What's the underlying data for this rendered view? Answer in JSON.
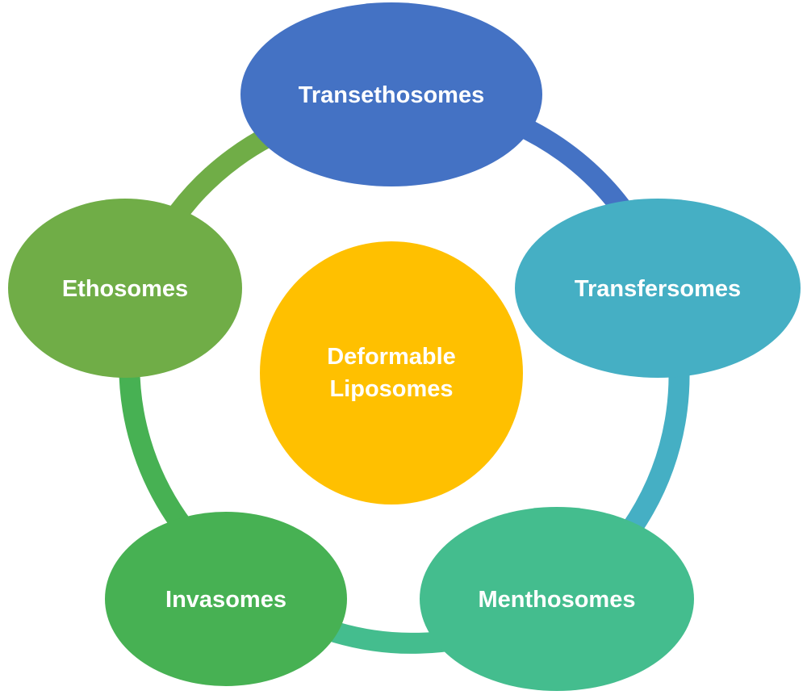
{
  "center": {
    "line1": "Deformable",
    "line2": "Liposomes",
    "color": "#FFC000"
  },
  "nodes": [
    {
      "label": "Transethosomes",
      "color": "#4472C4"
    },
    {
      "label": "Transfersomes",
      "color": "#45AFC4"
    },
    {
      "label": "Menthosomes",
      "color": "#44BD8E"
    },
    {
      "label": "Invasomes",
      "color": "#47B153"
    },
    {
      "label": "Ethosomes",
      "color": "#70AD47"
    }
  ],
  "ring_segments": [
    {
      "from": "Transethosomes",
      "to": "Transfersomes",
      "color": "#4472C4"
    },
    {
      "from": "Transfersomes",
      "to": "Menthosomes",
      "color": "#45AFC4"
    },
    {
      "from": "Menthosomes",
      "to": "Invasomes",
      "color": "#44BD8E"
    },
    {
      "from": "Invasomes",
      "to": "Ethosomes",
      "color": "#47B153"
    },
    {
      "from": "Ethosomes",
      "to": "Transethosomes",
      "color": "#70AD47"
    }
  ]
}
